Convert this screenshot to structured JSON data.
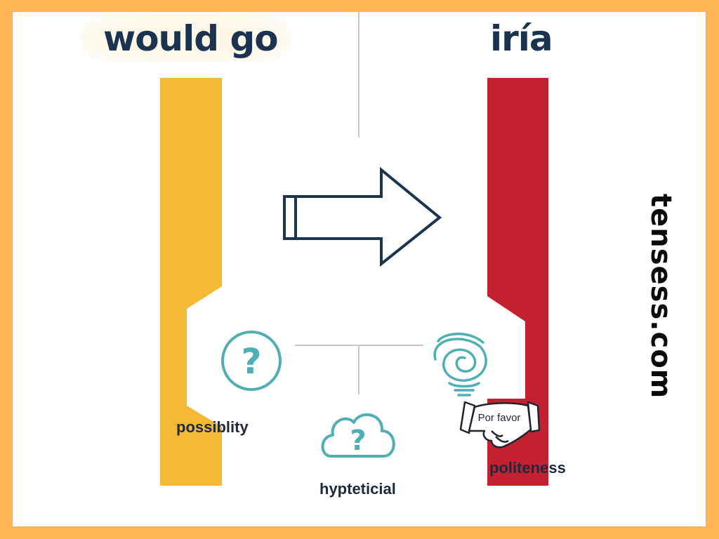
{
  "header": {
    "left_title": "would go",
    "right_title": "iría"
  },
  "labels": {
    "possibility": "possiblity",
    "hypothetical": "hypteticial",
    "politeness": "politeness",
    "handshake_text": "Por favor"
  },
  "watermark": "tensess.com",
  "icons": {
    "question_circle": "question-circle-icon",
    "cloud_question": "cloud-question-icon",
    "spiral_bulb": "spiral-bulb-icon",
    "handshake": "handshake-icon",
    "arrow": "arrow-right-icon"
  },
  "colors": {
    "frame": "#FDB452",
    "left_bar": "#F4B935",
    "right_bar": "#C3212F",
    "title_text": "#1A3350",
    "icon_teal": "#4FAFB5",
    "arrow_stroke": "#1B3550",
    "divider": "#C8C8C8"
  }
}
